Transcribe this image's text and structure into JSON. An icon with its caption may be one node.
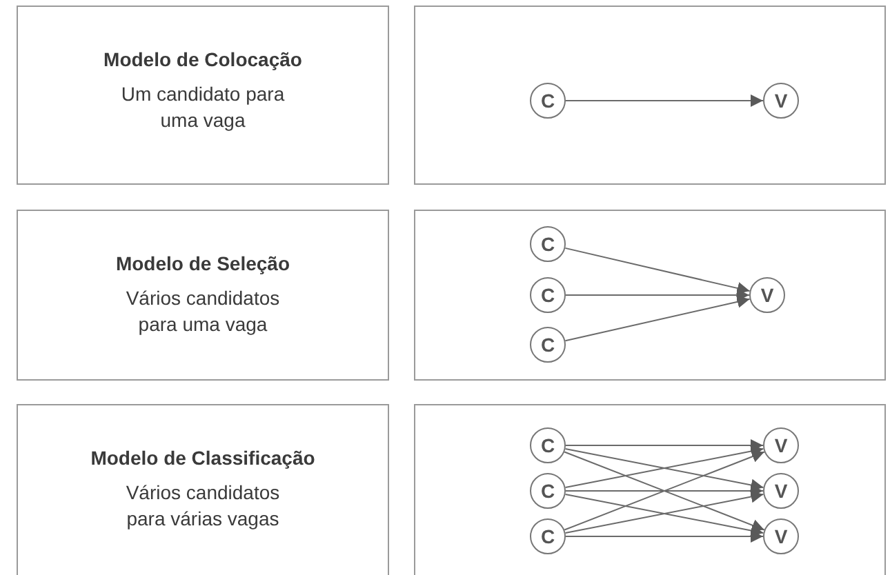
{
  "diagram": {
    "nodes": [
      {
        "text": [
          "Modelo de Colocação",
          "Um candidato para uma vaga"
        ]
      },
      {
        "text": [],
        "shape": "box"
      },
      {
        "text": [
          "C"
        ],
        "in": 1
      },
      {
        "text": [
          "V"
        ],
        "in": 1
      },
      {
        "text": [
          "Modelo de Seleção",
          "Vários candidatos para uma vaga"
        ]
      },
      {
        "text": [],
        "shape": "box"
      },
      {
        "text": [
          "C"
        ],
        "in": 5
      },
      {
        "text": [
          "C"
        ],
        "in": 5
      },
      {
        "text": [
          "C"
        ],
        "in": 5
      },
      {
        "text": [
          "V"
        ],
        "in": 5
      },
      {
        "text": [
          "Modelo de Classificação",
          "Vários candidatos para várias vagas"
        ]
      },
      {
        "text": [],
        "shape": "box"
      },
      {
        "text": [
          "C"
        ],
        "in": 11
      },
      {
        "text": [
          "C"
        ],
        "in": 11
      },
      {
        "text": [
          "C"
        ],
        "in": 11
      },
      {
        "text": [
          "V"
        ],
        "in": 11
      },
      {
        "text": [
          "V"
        ],
        "in": 11
      },
      {
        "text": [
          "V"
        ],
        "in": 11
      }
    ],
    "edges": [
      {
        "from": 2,
        "to": 3,
        "arrow": "to"
      },
      {
        "from": 6,
        "to": 9,
        "arrow": "to"
      },
      {
        "from": 7,
        "to": 9,
        "arrow": "to"
      },
      {
        "from": 8,
        "to": 9,
        "arrow": "to"
      },
      {
        "from": 12,
        "to": 15,
        "arrow": "to"
      },
      {
        "from": 12,
        "to": 16,
        "arrow": "to"
      },
      {
        "from": 12,
        "to": 17,
        "arrow": "to"
      },
      {
        "from": 13,
        "to": 15,
        "arrow": "to"
      },
      {
        "from": 13,
        "to": 16,
        "arrow": "to"
      },
      {
        "from": 13,
        "to": 17,
        "arrow": "to"
      },
      {
        "from": 14,
        "to": 15,
        "arrow": "to"
      },
      {
        "from": 14,
        "to": 16,
        "arrow": "to"
      },
      {
        "from": 14,
        "to": 17,
        "arrow": "to"
      }
    ]
  }
}
